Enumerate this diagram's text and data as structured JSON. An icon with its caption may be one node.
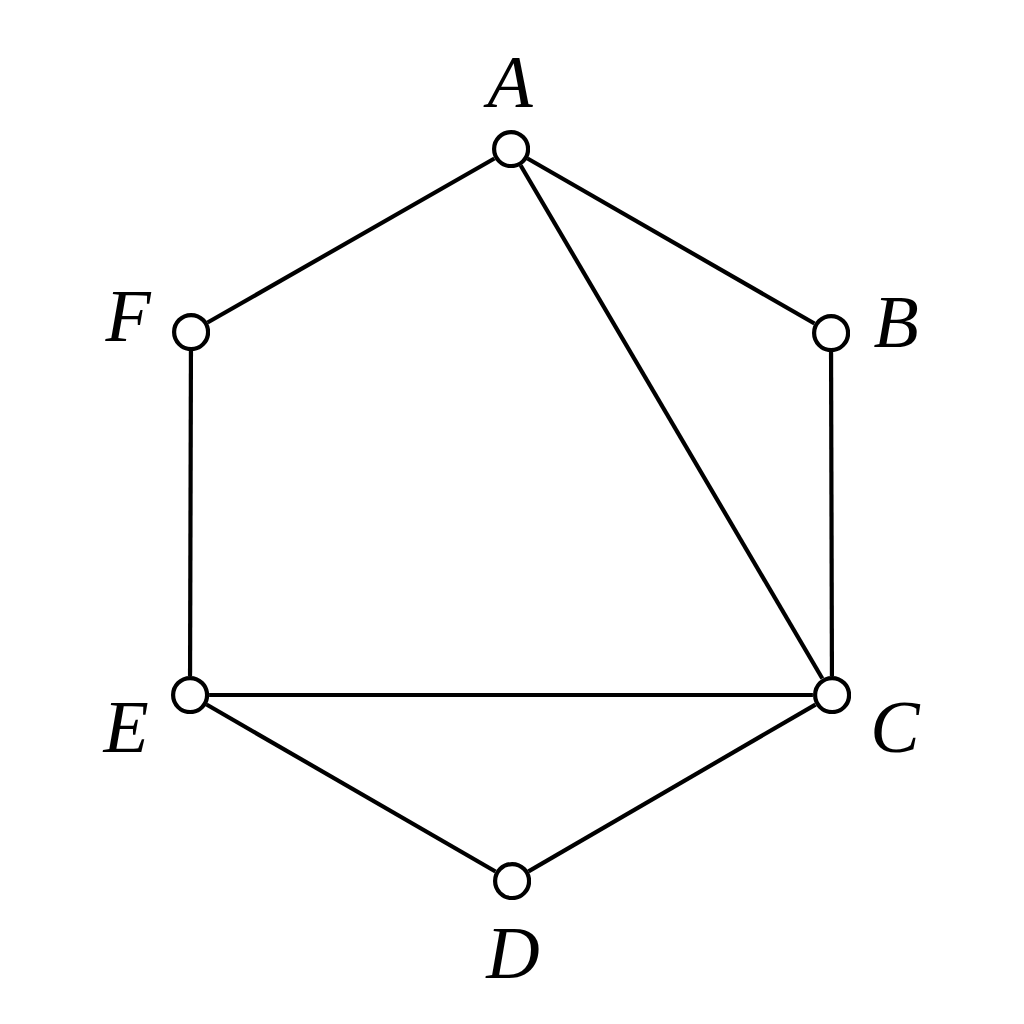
{
  "diagram": {
    "nodes": [
      {
        "text": [],
        "shape": "circle",
        "beside": [
          "A"
        ]
      },
      {
        "text": [],
        "shape": "circle",
        "beside": [
          "B"
        ]
      },
      {
        "text": [],
        "shape": "circle",
        "beside": [
          "C"
        ]
      },
      {
        "text": [],
        "shape": "circle",
        "beside": [
          "D"
        ]
      },
      {
        "text": [],
        "shape": "circle",
        "beside": [
          "E"
        ]
      },
      {
        "text": [],
        "shape": "circle",
        "beside": [
          "F"
        ]
      }
    ],
    "edges": [
      {
        "from": 0,
        "to": 1,
        "arrow": "none"
      },
      {
        "from": 0,
        "to": 5,
        "arrow": "none"
      },
      {
        "from": 0,
        "to": 2,
        "arrow": "none"
      },
      {
        "from": 1,
        "to": 2,
        "arrow": "none"
      },
      {
        "from": 5,
        "to": 4,
        "arrow": "none"
      },
      {
        "from": 4,
        "to": 2,
        "arrow": "none"
      },
      {
        "from": 4,
        "to": 3,
        "arrow": "none"
      },
      {
        "from": 3,
        "to": 2,
        "arrow": "none"
      }
    ]
  }
}
